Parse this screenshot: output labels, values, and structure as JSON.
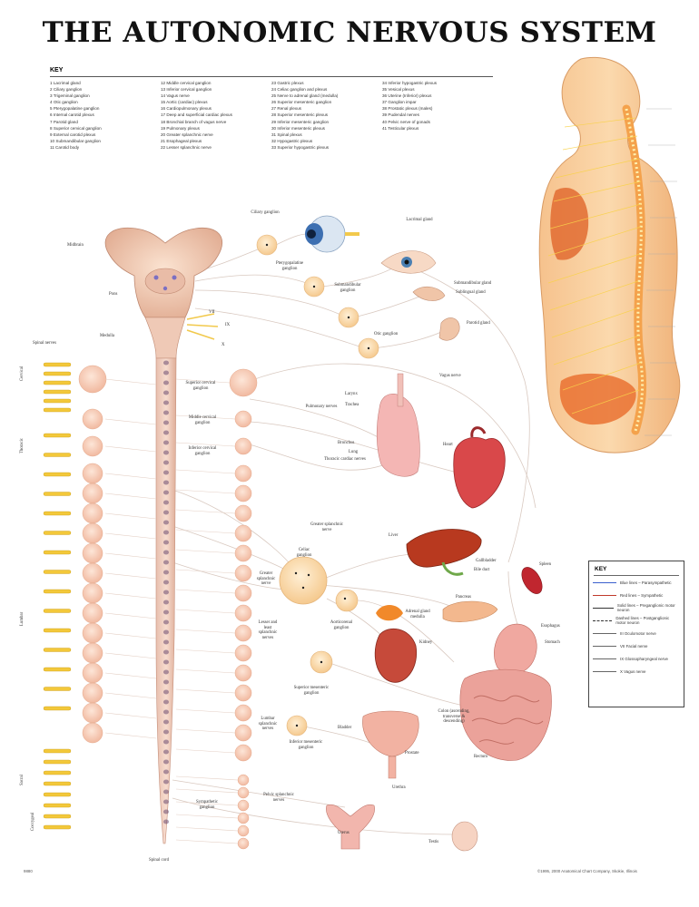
{
  "title": "THE AUTONOMIC NERVOUS SYSTEM",
  "key": {
    "heading": "KEY",
    "columns": [
      [
        "1 Lacrimal gland",
        "2 Ciliary ganglion",
        "3 Trigeminal ganglion",
        "4 Otic ganglion",
        "5 Pterygopalatine ganglion",
        "6 Internal carotid plexus",
        "7 Parotid gland",
        "8 Superior cervical ganglion",
        "9 External carotid plexus",
        "10 Submandibular ganglion",
        "11 Carotid body"
      ],
      [
        "12 Middle cervical ganglion",
        "13 Inferior cervical ganglion",
        "14 Vagus nerve",
        "15 Aortic (cardiac) plexus",
        "16 Cardiopulmonary plexus",
        "17 Deep and superficial cardiac plexus",
        "18 Bronchial branch of vagus nerve",
        "19 Pulmonary plexus",
        "20 Greater splanchnic nerve",
        "21 Esophageal plexus",
        "22 Lesser splanchnic nerve"
      ],
      [
        "23 Gastric plexus",
        "24 Celiac ganglion and plexus",
        "25 Nerve to adrenal gland (medulla)",
        "26 Superior mesenteric ganglion",
        "27 Renal plexus",
        "28 Superior mesenteric plexus",
        "29 Inferior mesenteric ganglion",
        "30 Inferior mesenteric plexus",
        "31 Spinal plexus",
        "32 Hypogastric plexus",
        "33 Superior hypogastric plexus"
      ],
      [
        "34 Inferior hypogastric plexus",
        "35 Vesical plexus",
        "36 Uterine (Inferior) plexus",
        "37 Ganglion impar",
        "38 Prostatic plexus (males)",
        "39 Pudendal nerves",
        "40 Pelvic nerve of gonads",
        "41 Testicular plexus"
      ]
    ]
  },
  "key2": {
    "title": "KEY",
    "rows": [
      {
        "label": "Blue lines – Parasympathetic",
        "color": "#3a5fcd",
        "style": "solid"
      },
      {
        "label": "Red lines – Sympathetic",
        "color": "#c0392b",
        "style": "solid"
      },
      {
        "label": "Solid lines – Preganglionic motor neuron",
        "color": "#333333",
        "style": "solid"
      },
      {
        "label": "Dashed lines – Postganglionic motor neuron",
        "color": "#333333",
        "style": "dashed"
      },
      {
        "label": "III Oculomotor nerve",
        "color": "#666666",
        "style": "solid"
      },
      {
        "label": "VII Facial nerve",
        "color": "#666666",
        "style": "solid"
      },
      {
        "label": "IX Glossopharyngeal nerve",
        "color": "#666666",
        "style": "solid"
      },
      {
        "label": "X Vagus nerve",
        "color": "#666666",
        "style": "solid"
      }
    ]
  },
  "labels": {
    "midbrain": "Midbrain",
    "pons": "Pons",
    "medulla": "Medulla",
    "spinal_nerves": "Spinal nerves",
    "ciliary": "Ciliary ganglion",
    "pterygo": "Pterygopalatine ganglion",
    "lacrimal": "Lacrimal gland",
    "submandibular_ganglion": "Submandibular ganglion",
    "submandibular_gland": "Submandibular gland",
    "sublingual_gland": "Sublingual gland",
    "parotid": "Parotid gland",
    "otic": "Otic ganglion",
    "vagus": "Vagus nerve",
    "superior_cervical": "Superior cervical ganglion",
    "middle_cervical": "Middle cervical ganglion",
    "inferior_cervical": "Inferior cervical ganglion",
    "pulmonary_nerves": "Pulmonary nerves",
    "larynx": "Larynx",
    "trachea": "Trachea",
    "bronchi": "Bronchus",
    "lung": "Lung",
    "heart": "Heart",
    "thoracic_cardiac": "Thoracic cardiac nerves",
    "liver": "Liver",
    "gallbladder": "Gallbladder",
    "bile_duct": "Bile duct",
    "spleen": "Spleen",
    "pancreas": "Pancreas",
    "esophagus": "Esophagus",
    "stomach": "Stomach",
    "celiac": "Celiac ganglion",
    "cardiac_splanchnic": "Greater splanchnic nerve",
    "lesser_splanchnic": "Lesser and least splanchnic nerves",
    "adrenal": "Adrenal gland medulla",
    "kidney": "Kidney",
    "aorticorenal": "Aorticorenal ganglion",
    "sup_mesenteric": "Superior mesenteric ganglion",
    "inf_mesenteric": "Inferior mesenteric ganglion",
    "lumbar_splanchnic": "Lumbar splanchnic nerves",
    "pelvic_splanchnic": "Pelvic splanchnic nerves",
    "colon": "Colon (ascending, transverse & descending)",
    "rectum": "Rectum",
    "bladder": "Bladder",
    "prostate": "Prostate",
    "urethra": "Urethra",
    "uterus": "Uterus",
    "testis": "Testis",
    "sympathetic_ganglia": "Sympathetic ganglion",
    "spinal_cord": "Spinal cord",
    "cervical": "Cervical",
    "thoracic": "Thoracic",
    "lumbar": "Lumbar",
    "sacral": "Sacral",
    "coccygeal": "Coccygeal",
    "VII": "VII",
    "IX": "IX",
    "X": "X",
    "copyright": "©1995, 2000 Anatomical Chart Company, Skokie, Illinois",
    "catalog": "9880"
  }
}
